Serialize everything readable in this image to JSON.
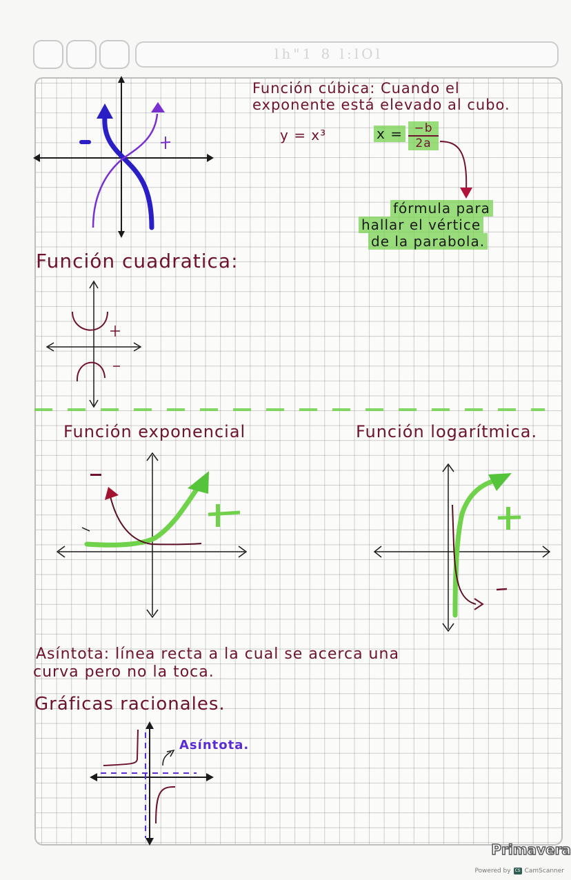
{
  "header": {
    "bubbles": 3,
    "title_bar_text": "lh\"1 8 l:lOl"
  },
  "sections": {
    "cubica": {
      "title": "Función cúbica: Cuando el",
      "title_line2": "exponente está elevado al cubo.",
      "equation": "y = x³",
      "vertex_formula_lhs": "x =",
      "vertex_formula_num": "−b",
      "vertex_formula_den": "2a",
      "vertex_note_line1": "fórmula para",
      "vertex_note_line2": "hallar el vértice",
      "vertex_note_line3": "de la parabola.",
      "sign_negative": "−",
      "sign_positive": "+"
    },
    "cuadratica": {
      "title": "Función cuadratica:",
      "sign_positive": "+",
      "sign_negative": "−"
    },
    "exponencial": {
      "title": "Función exponencial",
      "sign_negative": "−",
      "sign_positive": "+"
    },
    "logaritmica": {
      "title": "Función logarítmica.",
      "sign_positive": "+",
      "sign_negative": "−"
    },
    "asintota": {
      "definition_line1": "Asíntota: línea recta a la cual se acerca una",
      "definition_line2": "curva pero no la toca."
    },
    "racionales": {
      "title": "Gráficas racionales.",
      "asymptote_label": "Asíntota."
    }
  },
  "colors": {
    "ink_maroon": "#6e1230",
    "ink_black": "#1a1a1a",
    "ink_blue": "#2a1fc4",
    "ink_purple": "#7a2fd0",
    "highlighter_green": "#6fd24a",
    "grid": "#9a9a9a"
  },
  "footer": {
    "brand": "Primavera",
    "powered_by": "Powered by",
    "scanner": "CamScanner"
  }
}
